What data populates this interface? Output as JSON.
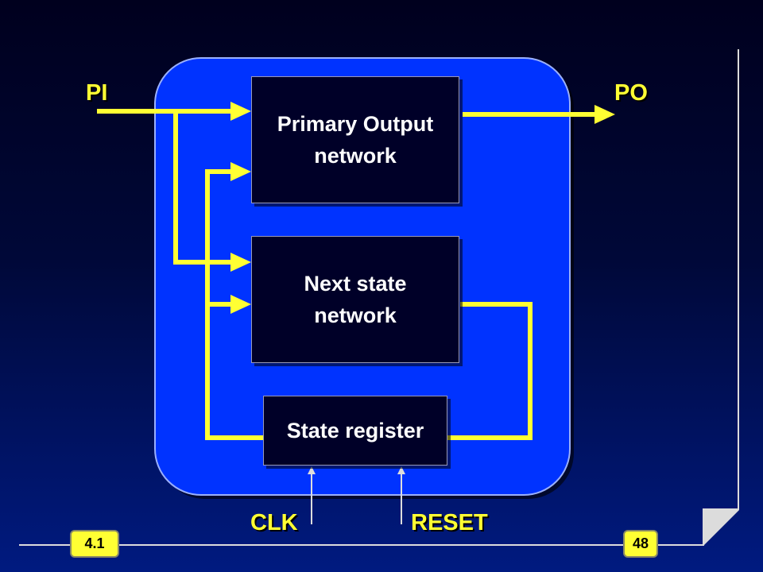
{
  "diagram": {
    "blocks": {
      "primary_output": "Primary Output\nnetwork",
      "next_state": "Next state\nnetwork",
      "state_register": "State register"
    },
    "signals": {
      "pi": "PI",
      "po": "PO",
      "clk": "CLK",
      "reset": "RESET"
    },
    "colors": {
      "panel": "#0033ff",
      "wire": "#ffff33",
      "block": "#000028",
      "text": "#ffffff"
    }
  },
  "footer": {
    "section": "4.1",
    "page": "48"
  }
}
